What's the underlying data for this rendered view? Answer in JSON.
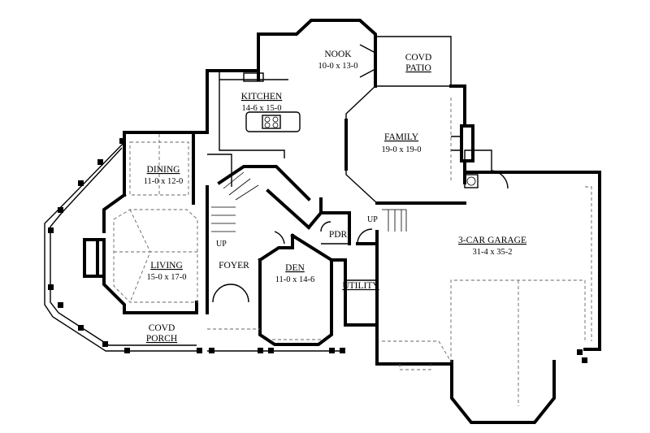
{
  "rooms": {
    "nook": {
      "name": "NOOK",
      "size": "10-0 x 13-0"
    },
    "patio": {
      "name": "COVD",
      "name2": "PATIO"
    },
    "kitchen": {
      "name": "KITCHEN",
      "size": "14-6 x 15-0"
    },
    "family": {
      "name": "FAMILY",
      "size": "19-0 x 19-0"
    },
    "dining": {
      "name": "DINING",
      "size": "11-0 x 12-0"
    },
    "living": {
      "name": "LIVING",
      "size": "15-0 x 17-0"
    },
    "foyer": {
      "name": "FOYER"
    },
    "den": {
      "name": "DEN",
      "size": "11-0 x 14-6"
    },
    "pdr": {
      "name": "PDR"
    },
    "utility": {
      "name": "UTILITY"
    },
    "garage": {
      "name": "3-CAR GARAGE",
      "size": "31-4 x 35-2"
    },
    "porch": {
      "name": "COVD",
      "name2": "PORCH"
    }
  },
  "stairs": {
    "up1": "UP",
    "up2": "UP"
  }
}
